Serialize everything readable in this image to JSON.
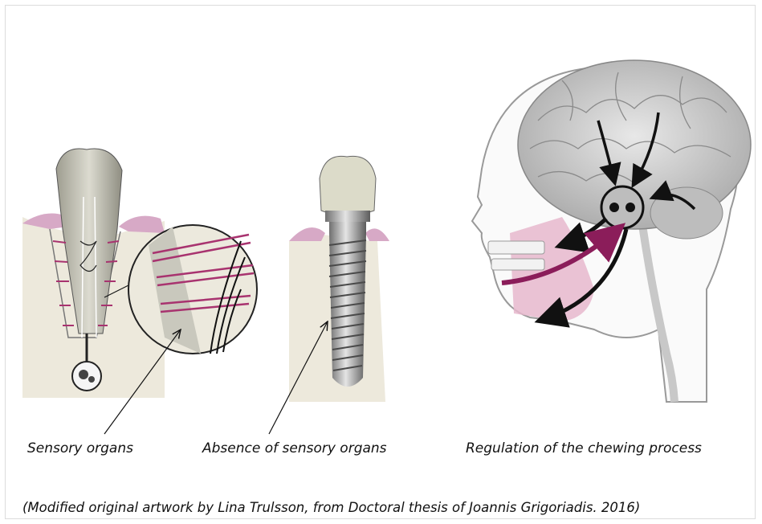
{
  "captions": {
    "natural_tooth": "Sensory organs",
    "implant": "Absence of sensory organs",
    "brain": "Regulation of the chewing process"
  },
  "credit": "(Modified original artwork by Lina Trulsson, from Doctoral thesis of Joannis Grigoriadis. 2016)",
  "colors": {
    "ligament": "#a8336f",
    "gum": "#d7a9c6",
    "bone": "#ede9dc",
    "tooth": "#c9c8bd",
    "implant_metal": "#9a9a9a",
    "brain": "#cfcfcf",
    "arrow_dark": "#111111",
    "arrow_magenta": "#8b1d5a",
    "jaw_muscle": "#e6b7cc"
  },
  "icons": [
    "natural-tooth-illustration",
    "magnifier-circle",
    "dental-implant-illustration",
    "head-brain-illustration"
  ]
}
